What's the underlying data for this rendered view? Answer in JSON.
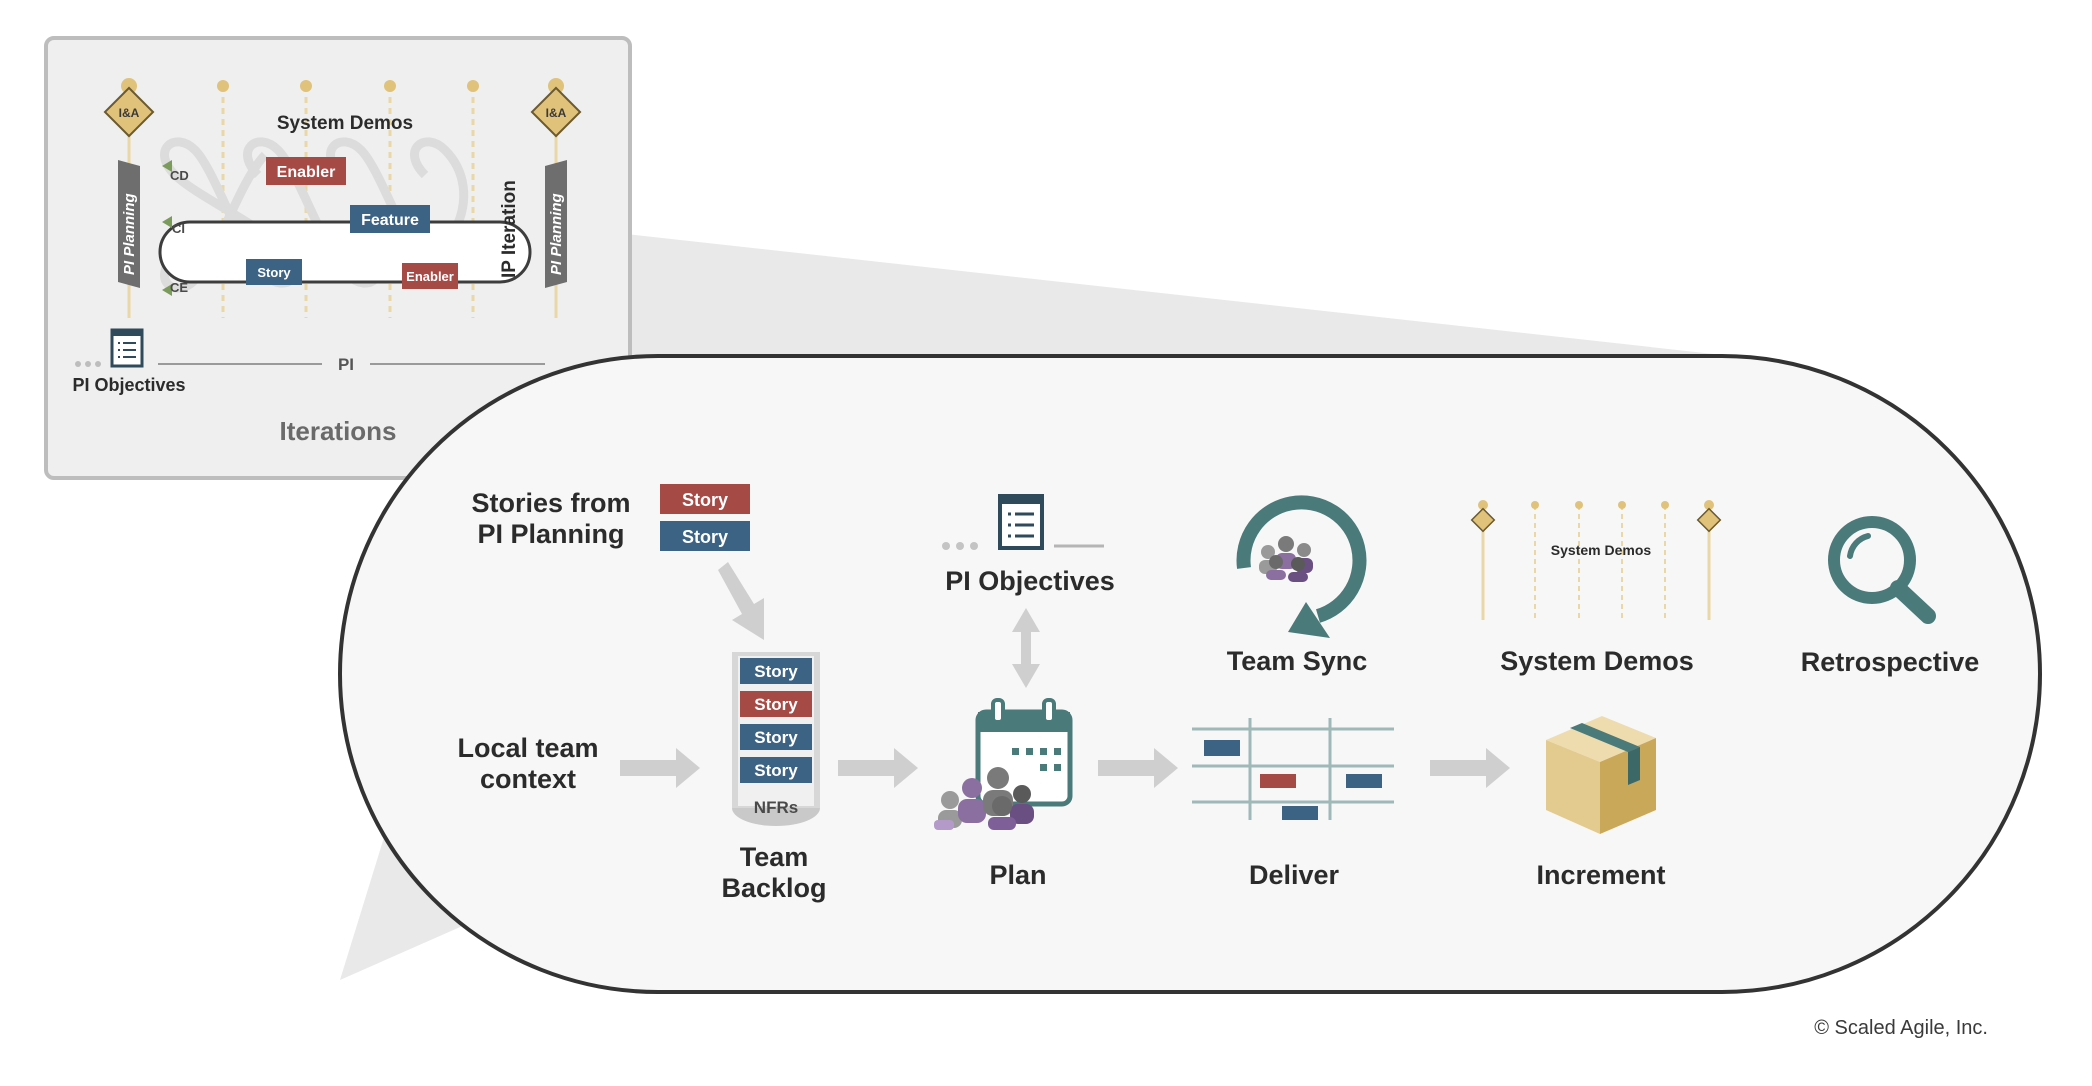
{
  "inset": {
    "system_demos": "System Demos",
    "enabler_top": "Enabler",
    "feature": "Feature",
    "story": "Story",
    "enabler_bottom": "Enabler",
    "cd": "CD",
    "ci": "CI",
    "ce": "CE",
    "pi_planning_left": "PI Planning",
    "pi_planning_right": "PI Planning",
    "ip_iteration": "IP Iteration",
    "ia_left": "I&A",
    "ia_right": "I&A",
    "pi": "PI",
    "pi_objectives": "PI Objectives",
    "iterations": "Iterations"
  },
  "main": {
    "stories_from_line1": "Stories from",
    "stories_from_line2": "PI Planning",
    "story_red": "Story",
    "story_blue": "Story",
    "local_team_line1": "Local team",
    "local_team_line2": "context",
    "backlog_stories": [
      "Story",
      "Story",
      "Story",
      "Story"
    ],
    "nfrs": "NFRs",
    "team_backlog_line1": "Team",
    "team_backlog_line2": "Backlog",
    "pi_objectives": "PI Objectives",
    "plan": "Plan",
    "team_sync": "Team Sync",
    "system_demos_small": "System Demos",
    "system_demos": "System Demos",
    "retrospective": "Retrospective",
    "deliver": "Deliver",
    "increment": "Increment"
  },
  "copyright": "© Scaled Agile, Inc.",
  "colors": {
    "story_blue": "#3d6384",
    "enabler_red": "#a64a46",
    "teal": "#4a7a7a",
    "gold": "#e0c27a",
    "arrow_gray": "#cfcfcf",
    "people_purple": "#8a6fa0"
  }
}
